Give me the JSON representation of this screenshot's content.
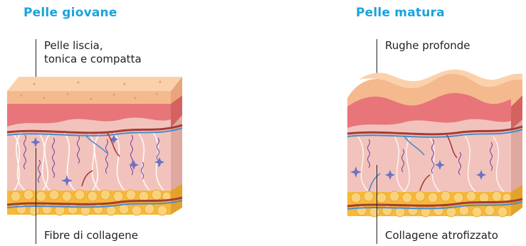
{
  "panels": {
    "young": {
      "title": "Pelle giovane",
      "top_label_line1": "Pelle liscia,",
      "top_label_line2": "tonica e compatta",
      "bottom_label": "Fibre di collagene"
    },
    "mature": {
      "title": "Pelle matura",
      "top_label": "Rughe profonde",
      "bottom_label": "Collagene atrofizzato"
    }
  },
  "colors": {
    "title": "#1aa3dc",
    "epidermis": "#f5b98e",
    "dermis_red": "#e8757a",
    "dermis": "#f2c3bc",
    "fat": "#f6b93b",
    "vein": "#4a8cc9",
    "artery": "#a83a33",
    "fiber": "#7b4aa0"
  }
}
